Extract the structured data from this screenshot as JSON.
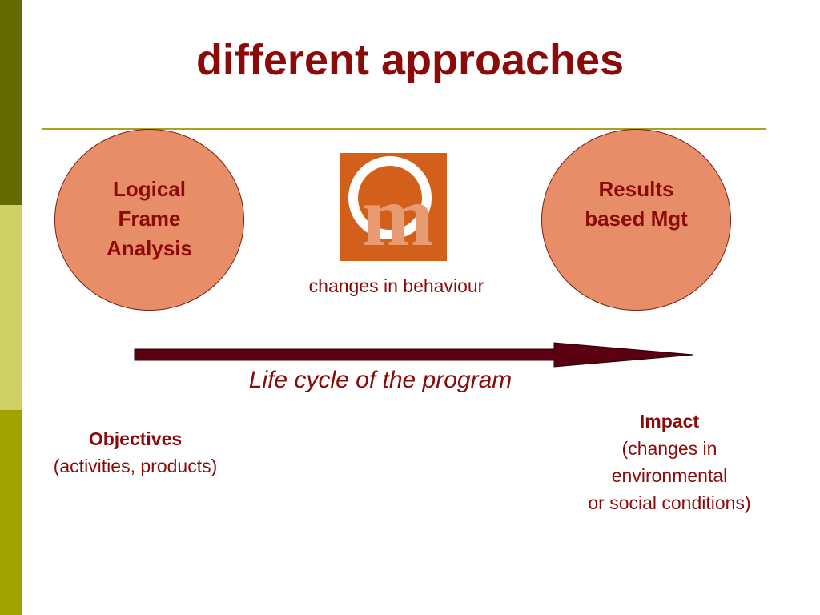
{
  "title": "different approaches",
  "colors": {
    "title": "#8b0a0a",
    "circle_fill": "#e78e68",
    "arrow": "#5a0010",
    "rule": "#a9a21c",
    "bar_dark": "#656b00",
    "bar_light": "#cfd066",
    "bar_mid": "#9ea300"
  },
  "left_circle": {
    "lines": [
      "Logical",
      "Frame",
      "Analysis"
    ]
  },
  "right_circle": {
    "lines": [
      "Results",
      "based Mgt"
    ]
  },
  "logo": {
    "icon": "om-logo-icon",
    "text": "m"
  },
  "center_caption": "changes in behaviour",
  "arrow_label": "Life cycle of the program",
  "objectives": {
    "heading": "Objectives",
    "detail": "(activities, products)"
  },
  "impact": {
    "heading": "Impact",
    "lines": [
      "(changes in",
      "environmental",
      "or social conditions)"
    ]
  }
}
